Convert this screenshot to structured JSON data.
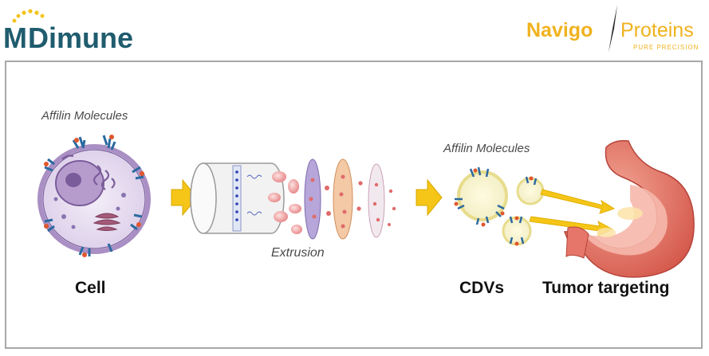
{
  "header": {
    "left_logo": {
      "letter": "M",
      "name": "Dimune",
      "color_teal": "#1f5c6e",
      "color_dots": "#f3c21a",
      "color_accent": "#3fa2b8"
    },
    "right_logo": {
      "word1": "Navigo",
      "word2": "Proteins",
      "tagline": "PURE PRECISION",
      "color": "#f0b21f"
    }
  },
  "diagram": {
    "label_affilin_cell": "Affilin Molecules",
    "label_affilin_cdv": "Affilin Molecules",
    "label_extrusion": "Extrusion",
    "caption_cell": "Cell",
    "caption_cdvs": "CDVs",
    "caption_tumor": "Tumor targeting",
    "colors": {
      "arrow": "#f5c518",
      "cell_membrane": "#c9b7d8",
      "nucleus": "#8a6aa8",
      "stomach": "#e57a6a",
      "frame_border": "#a8a8a8"
    }
  }
}
